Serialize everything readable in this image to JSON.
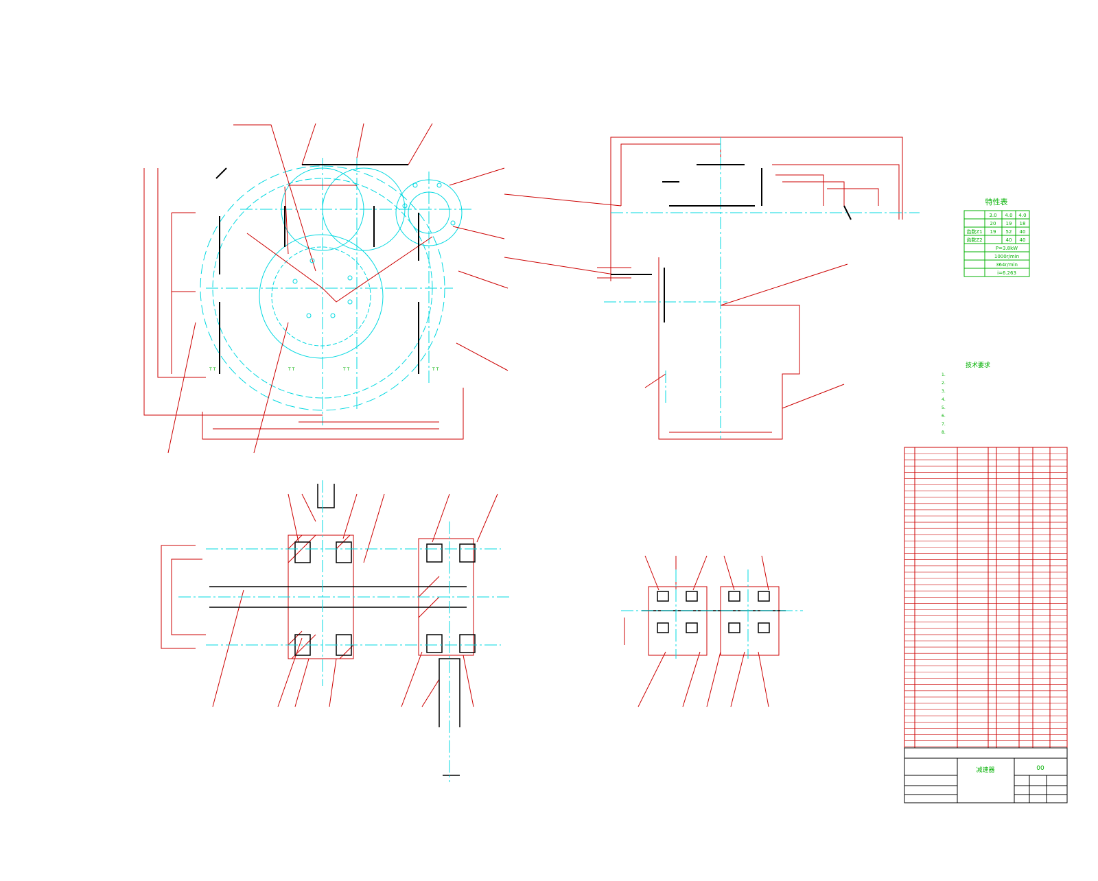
{
  "colors": {
    "background": "#ffffff",
    "dimension_line": "#cc0000",
    "center_line": "#00d8e0",
    "outline": "#000000",
    "annotation_text": "#00a000",
    "hatch": "#cc0000"
  },
  "drawing": {
    "views": [
      "front-view",
      "top-view",
      "section-view-left",
      "section-view-right"
    ]
  },
  "characteristics_table": {
    "title": "特性表",
    "rows": [
      {
        "label": "",
        "v1": "3.0",
        "v2": "4.0",
        "v3": "4.0"
      },
      {
        "label": "",
        "v1": "20",
        "v2": "19",
        "v3": "18"
      },
      {
        "label": "齿数Z1",
        "v1": "19",
        "v2": "52",
        "v3": "40"
      },
      {
        "label": "齿数Z2",
        "v1": "",
        "v2": "40",
        "v3": "40"
      },
      {
        "label": "",
        "value": "P=3.8kW"
      },
      {
        "label": "",
        "value": "1000r/min"
      },
      {
        "label": "",
        "value": "364r/min"
      },
      {
        "label": "",
        "value": "i=6.263"
      }
    ]
  },
  "technical_requirements": {
    "title": "技术要求",
    "items": [
      "1.",
      "2.",
      "3.",
      "4.",
      "5.",
      "6.",
      "7.",
      "8."
    ]
  },
  "title_block": {
    "drawing_name": "减速器",
    "drawing_code": "00"
  }
}
